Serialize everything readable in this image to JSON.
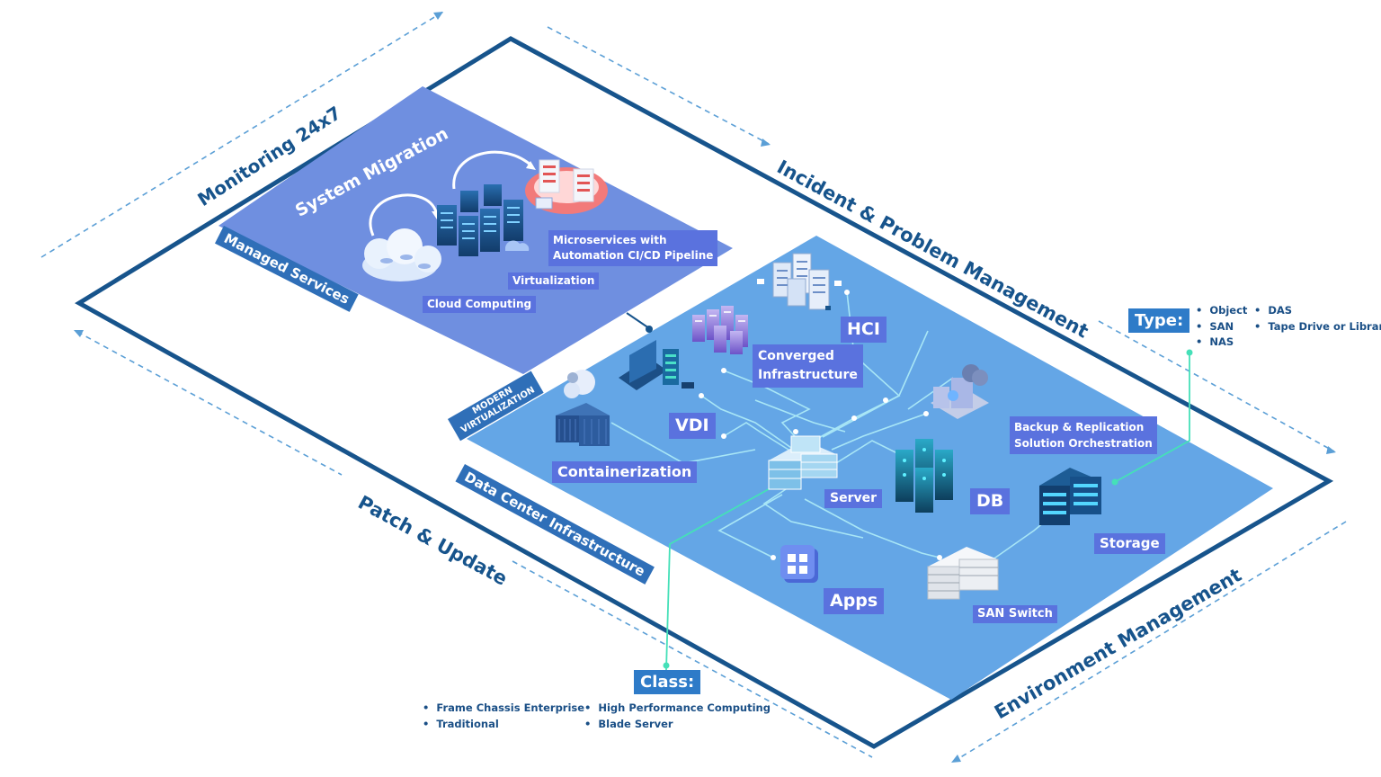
{
  "edges": {
    "monitoring": "Monitoring 24x7",
    "incident": "Incident & Problem Management",
    "patch": "Patch & Update",
    "environment": "Environment Management"
  },
  "managed_services": {
    "panel_label": "Managed Services",
    "title": "System Migration",
    "items": {
      "microservices": "Microservices with\nAutomation CI/CD Pipeline",
      "virtualization": "Virtualization",
      "cloud": "Cloud Computing"
    }
  },
  "datacenter": {
    "panel_label": "Data Center Infrastructure",
    "modern_virtualization": "MODERN\nVIRTUALIZATION",
    "components": {
      "hci": "HCI",
      "converged": "Converged\nInfrastructure",
      "vdi": "VDI",
      "containerization": "Containerization",
      "backup": "Backup & Replication\nSolution Orchestration",
      "server": "Server",
      "db": "DB",
      "storage": "Storage",
      "apps": "Apps",
      "san_switch": "SAN Switch"
    }
  },
  "type_key": {
    "label": "Type:",
    "col1": [
      "Object",
      "SAN",
      "NAS"
    ],
    "col2": [
      "DAS",
      "Tape Drive or Library"
    ]
  },
  "class_key": {
    "label": "Class:",
    "col1": [
      "Frame Chassis Enterprise",
      "Traditional"
    ],
    "col2": [
      "High Performance Computing",
      "Blade Server"
    ]
  },
  "colors": {
    "frame": "#17548c",
    "managed_panel": "#6f8fe0",
    "datacenter_panel": "#64a6e6",
    "connector": "#9fe0f2",
    "key_line": "#45e0b8",
    "badge": "#5a72de"
  },
  "icons": {
    "microservices": "microservices-icon",
    "virtualization": "server-rack-icon",
    "cloud": "cloud-icon",
    "hci": "hci-icon",
    "converged": "converged-rack-icon",
    "vdi": "vdi-icon",
    "containerization": "container-icon",
    "backup": "backup-icon",
    "server": "server-icon",
    "db": "database-icon",
    "storage": "storage-icon",
    "apps": "apps-icon",
    "san_switch": "san-switch-icon"
  }
}
